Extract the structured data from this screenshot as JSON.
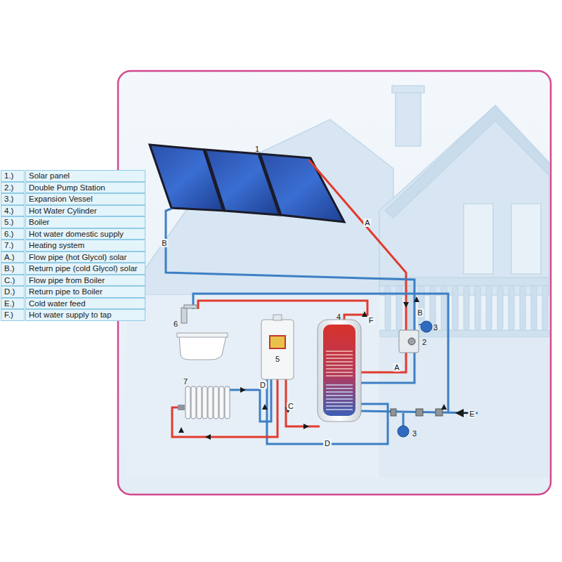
{
  "diagram": {
    "labels": [
      "1.)",
      "Solar panel",
      "2.)",
      "Double Pump Station",
      "3.)",
      "Expansion Vessel",
      "4.)",
      "Hot Water Cylinder",
      "5.)",
      "Boiler",
      "6.)",
      "Hot water domestic supply",
      "7.)",
      "Heating system",
      "A.)",
      "Flow pipe (hot Glycol) solar",
      "B.)",
      "Return pipe (cold Glycol) solar",
      "C.)",
      "Flow pipe from Boiler",
      "D.)",
      "Return pipe to Boiler",
      "E.)",
      "Cold water feed",
      "F.)",
      "Hot water supply to tap",
      "1",
      "2",
      "3",
      "4",
      "5",
      "6",
      "7",
      "3",
      "A",
      "B",
      "A",
      "B",
      "C",
      "D",
      "D",
      "E",
      "F"
    ]
  }
}
